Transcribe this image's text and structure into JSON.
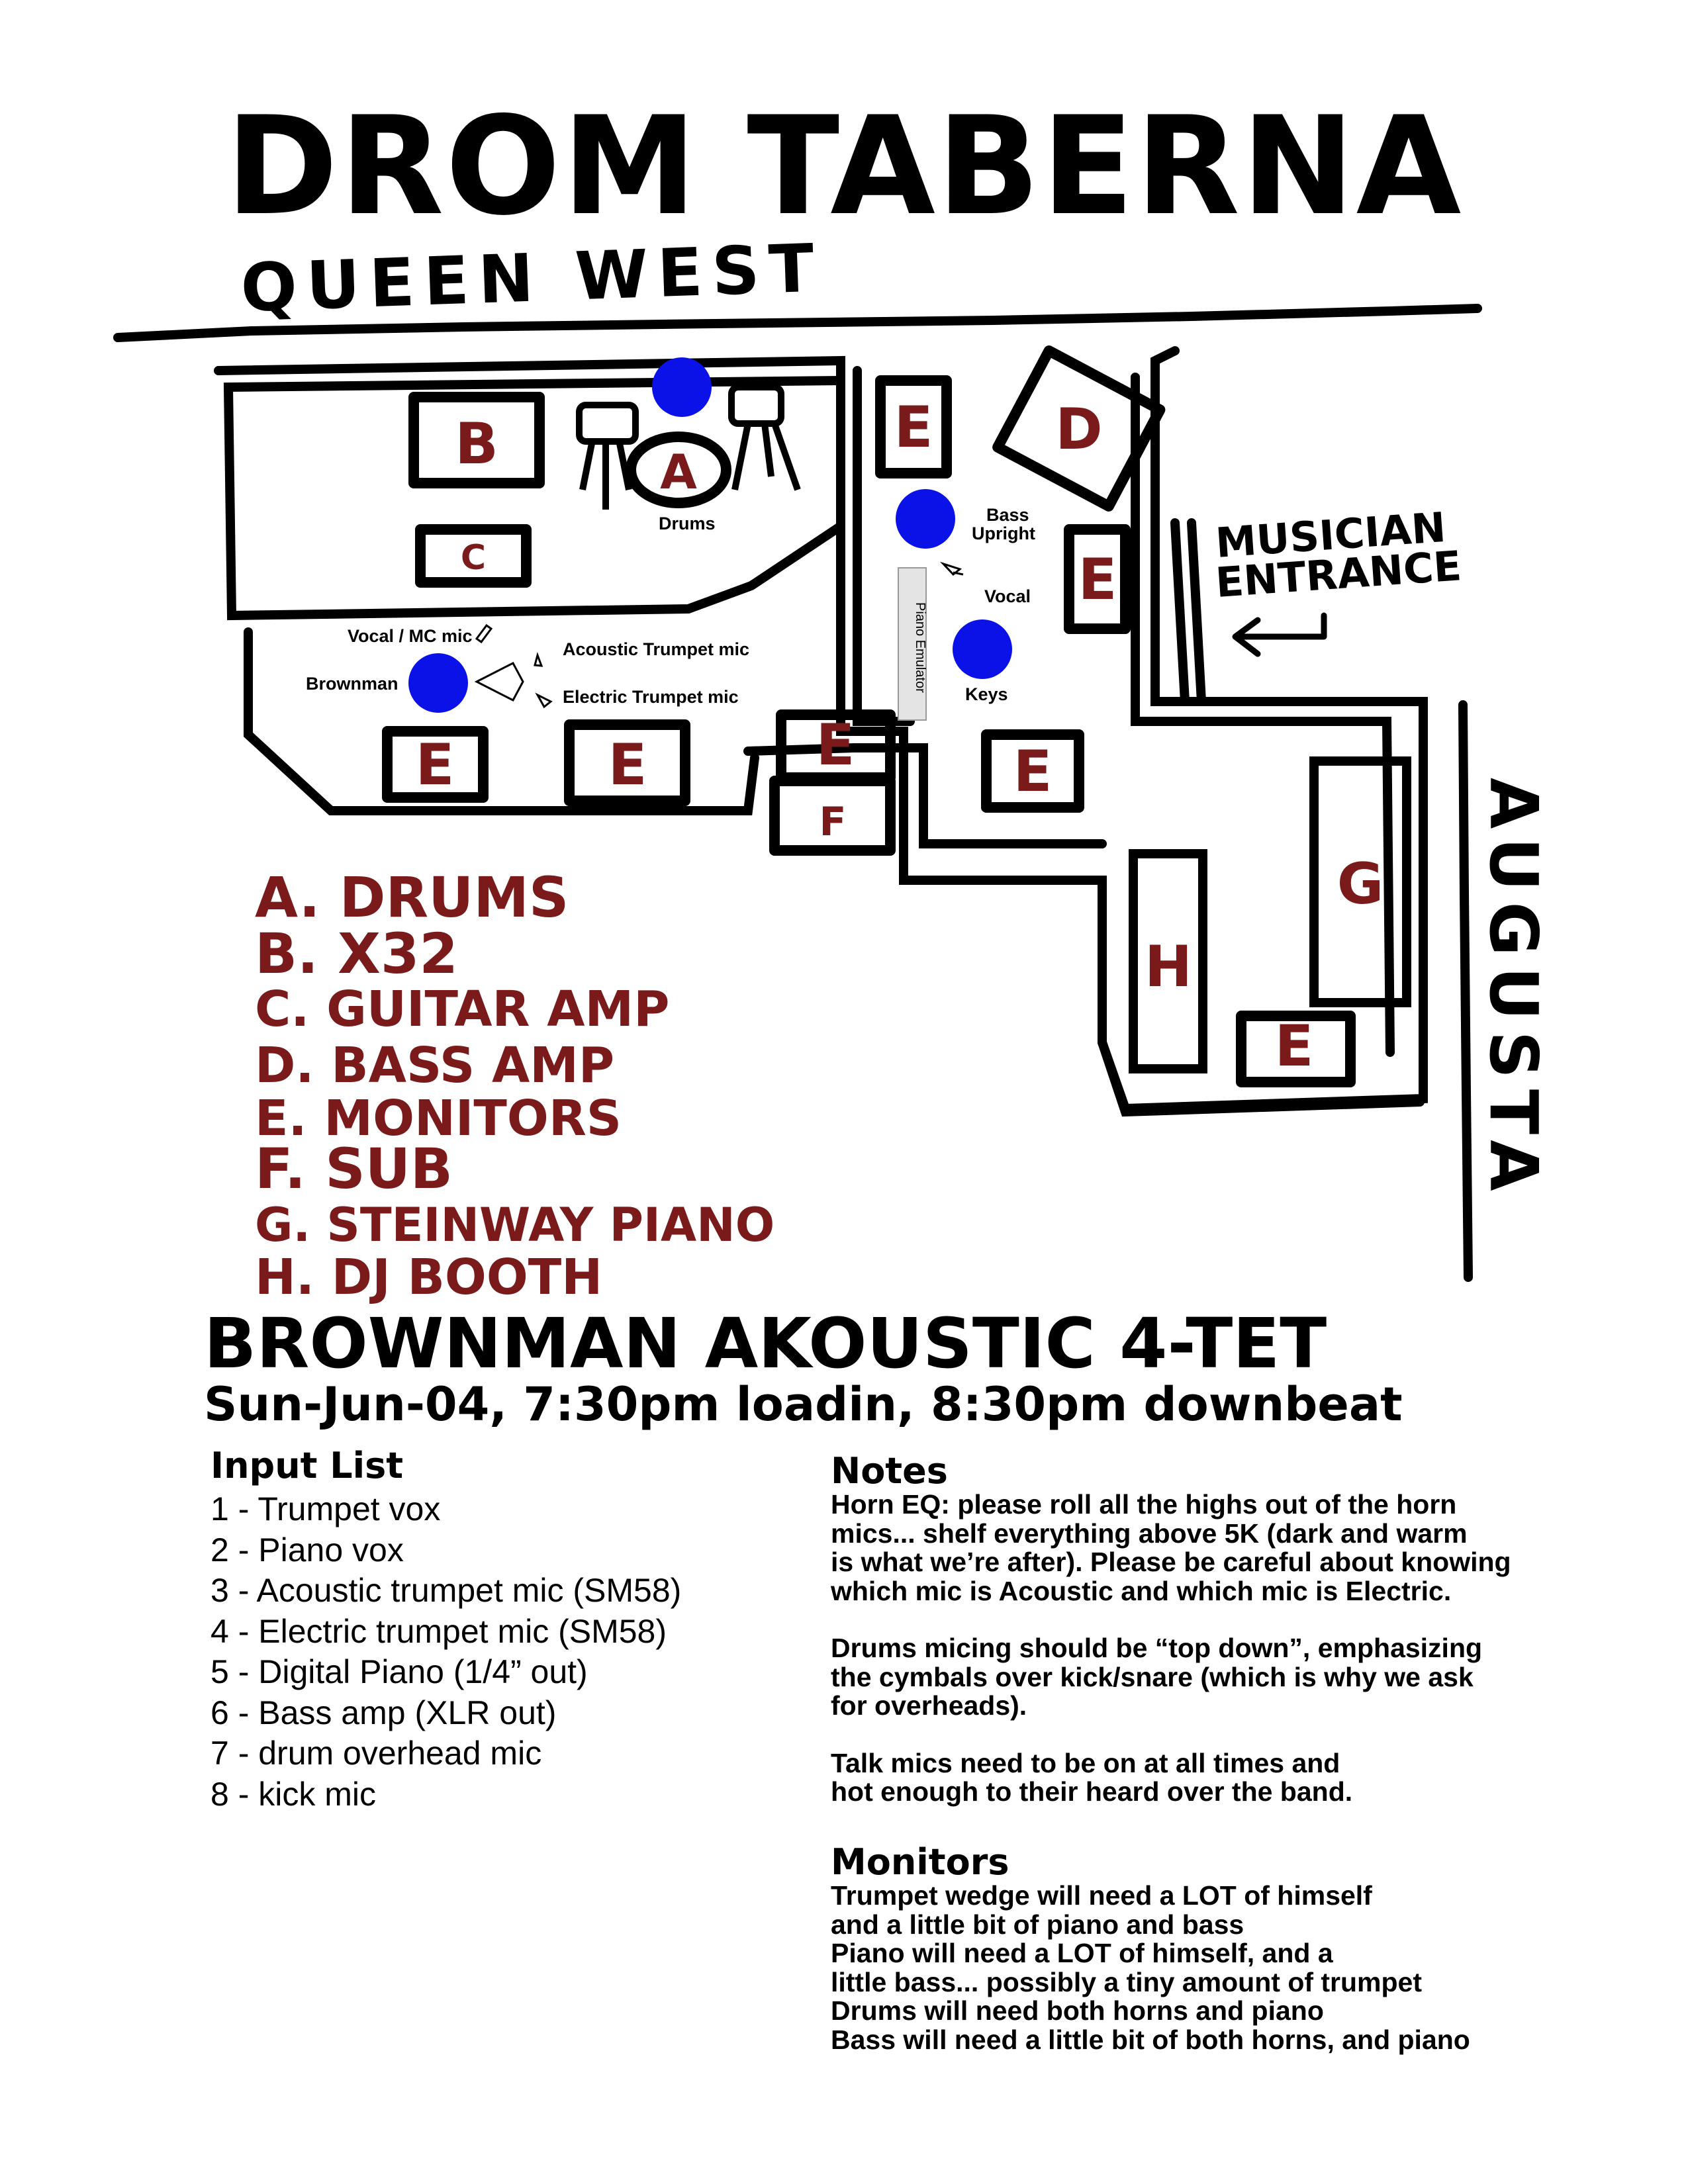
{
  "title": "DROM TABERNA",
  "streets": {
    "north": "QUEEN WEST",
    "east": "AUGUSTA"
  },
  "entrance": {
    "line1": "MUSICIAN",
    "line2": "ENTRANCE"
  },
  "map_labels": {
    "B": "B",
    "A": "A",
    "C": "C",
    "D": "D",
    "E": "E",
    "F": "F",
    "G": "G",
    "H": "H",
    "drums": "Drums",
    "bass_line1": "Bass",
    "bass_line2": "Upright",
    "vocal": "Vocal",
    "piano_emulator": "Piano Emulator",
    "keys": "Keys",
    "vocal_mc": "Vocal / MC mic",
    "brownman": "Brownman",
    "acoustic_mic": "Acoustic Trumpet mic",
    "electric_mic": "Electric Trumpet mic"
  },
  "legend": [
    "A. DRUMS",
    "B. X32",
    "C. GUITAR AMP",
    "D. BASS AMP",
    "E. MONITORS",
    "F. SUB",
    "G. STEINWAY PIANO",
    "H. DJ BOOTH"
  ],
  "band_name": "BROWNMAN AKOUSTIC 4-TET",
  "schedule": "Sun-Jun-04, 7:30pm loadin, 8:30pm downbeat",
  "input_list": {
    "heading": "Input List",
    "items": [
      "1 - Trumpet vox",
      "2 - Piano vox",
      "3 - Acoustic trumpet mic (SM58)",
      "4 - Electric trumpet mic (SM58)",
      "5 - Digital Piano (1/4” out)",
      "6 - Bass amp (XLR out)",
      "7 - drum overhead mic",
      "8 - kick mic"
    ]
  },
  "notes": {
    "heading": "Notes",
    "paragraphs": [
      "Horn EQ: please roll all the highs out of the horn\nmics... shelf everything above 5K (dark and warm\nis what we’re after).  Please be careful about knowing\nwhich mic is Acoustic and which mic is Electric.",
      "Drums micing should be “top down”, emphasizing\nthe cymbals over kick/snare (which is why we ask\nfor overheads).",
      "Talk mics need to be on at all times and\nhot enough to their heard over the band."
    ]
  },
  "monitors": {
    "heading": "Monitors",
    "text": "Trumpet wedge will need a LOT of himself\n    and a little bit of piano and bass\nPiano will need a LOT of himself, and a\n    little bass... possibly a tiny amount of trumpet\nDrums will need both horns and piano\nBass will need a little bit of both horns, and piano"
  },
  "colors": {
    "ink": "#000000",
    "marker_red": "#7a1a1a",
    "musician_blue": "#0a12e8",
    "piano_grey": "#e4e4e4"
  }
}
